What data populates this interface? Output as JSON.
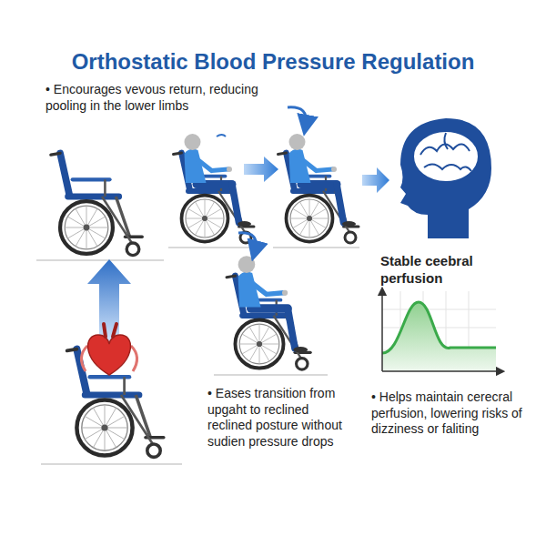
{
  "diagram": {
    "title": "Orthostatic Blood Pressure Regulation",
    "labels": [
      "• Encourages vevous return, reducing pooling in the lower limbs",
      "Stable ceebral perfusion",
      "• Eases transition from upgaht to reclined reclined posture without sudien pressure drops",
      "• Helps maintain cerecral perfusion, lowering risks of dizziness or faliting"
    ]
  }
}
